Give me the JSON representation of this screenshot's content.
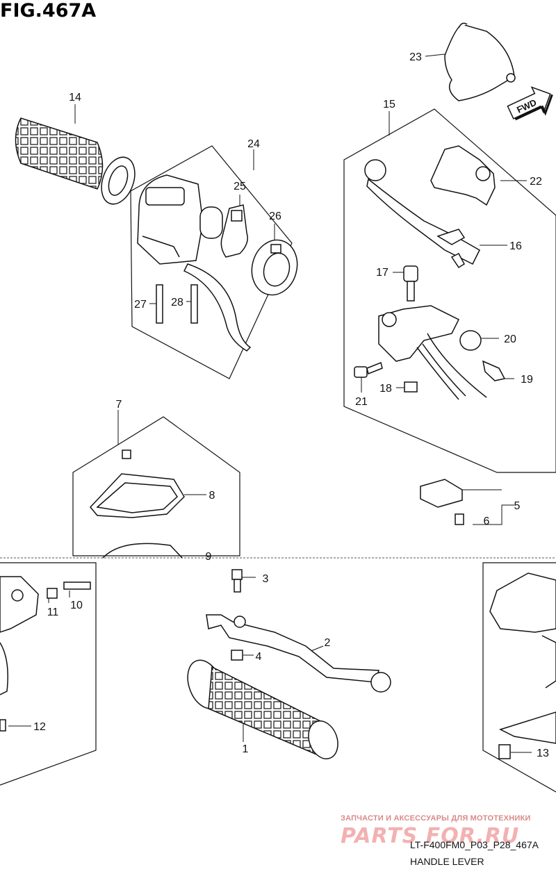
{
  "figure": {
    "title": "FIG.467A",
    "code": "LT-F400FM0_P03_P28_467A",
    "name": "HANDLE LEVER"
  },
  "direction_arrow": "FWD",
  "watermark": {
    "line1": "ЗАПЧАСТИ И АКСЕССУАРЫ ДЛЯ МОТОТЕХНИКИ",
    "line2": "PARTS FOR.RU"
  },
  "callouts": [
    "1",
    "2",
    "3",
    "4",
    "5",
    "6",
    "7",
    "8",
    "9",
    "10",
    "11",
    "12",
    "13",
    "14",
    "15",
    "16",
    "17",
    "18",
    "19",
    "20",
    "21",
    "22",
    "23",
    "24",
    "25",
    "26",
    "27",
    "28"
  ]
}
